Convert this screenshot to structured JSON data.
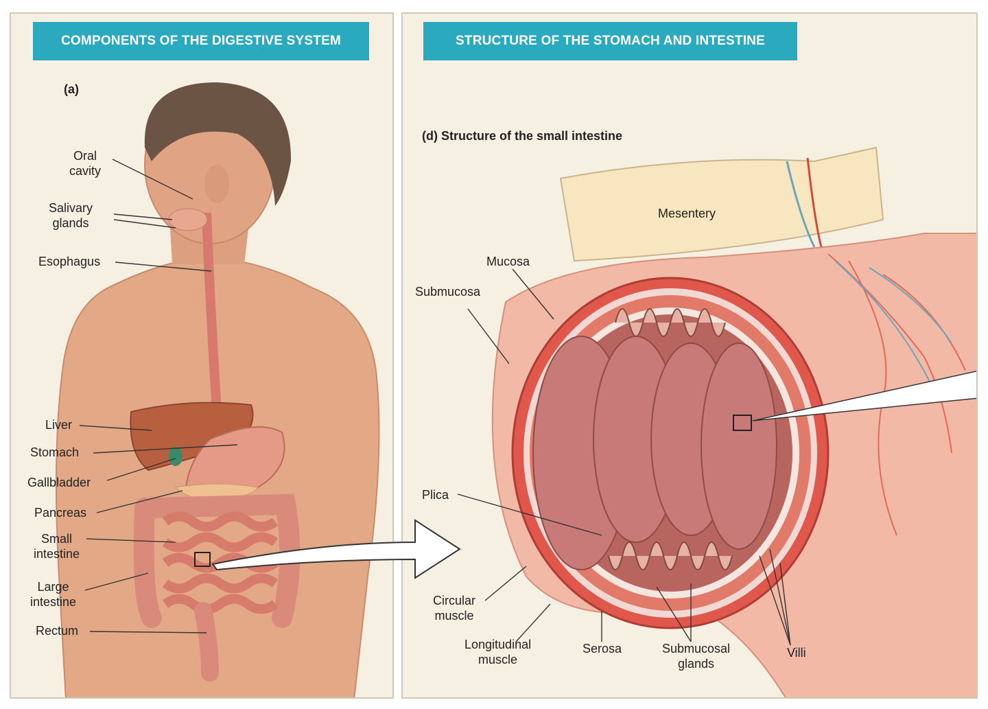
{
  "left_panel": {
    "title": "COMPONENTS OF THE DIGESTIVE SYSTEM",
    "sublabel": "(a)",
    "labels": {
      "oral_cavity": "Oral\ncavity",
      "salivary_glands": "Salivary\nglands",
      "esophagus": "Esophagus",
      "liver": "Liver",
      "stomach": "Stomach",
      "gallbladder": "Gallbladder",
      "pancreas": "Pancreas",
      "small_intestine": "Small\nintestine",
      "large_intestine": "Large\nintestine",
      "rectum": "Rectum"
    }
  },
  "right_panel": {
    "title": "STRUCTURE OF THE STOMACH AND INTESTINE",
    "sublabel": "(d) Structure of the small intestine",
    "labels": {
      "mesentery": "Mesentery",
      "mucosa": "Mucosa",
      "submucosa": "Submucosa",
      "plica": "Plica",
      "circular_muscle": "Circular\nmuscle",
      "longitudinal_muscle": "Longitudinal\nmuscle",
      "serosa": "Serosa",
      "submucosal_glands": "Submucosal\nglands",
      "villi": "Villi"
    }
  },
  "colors": {
    "banner": "#2aa9bf",
    "panel_bg": "#f6f0e2",
    "skin": "#e3a987",
    "intestine": "#d98a7a",
    "muscle": "#e0574c"
  }
}
